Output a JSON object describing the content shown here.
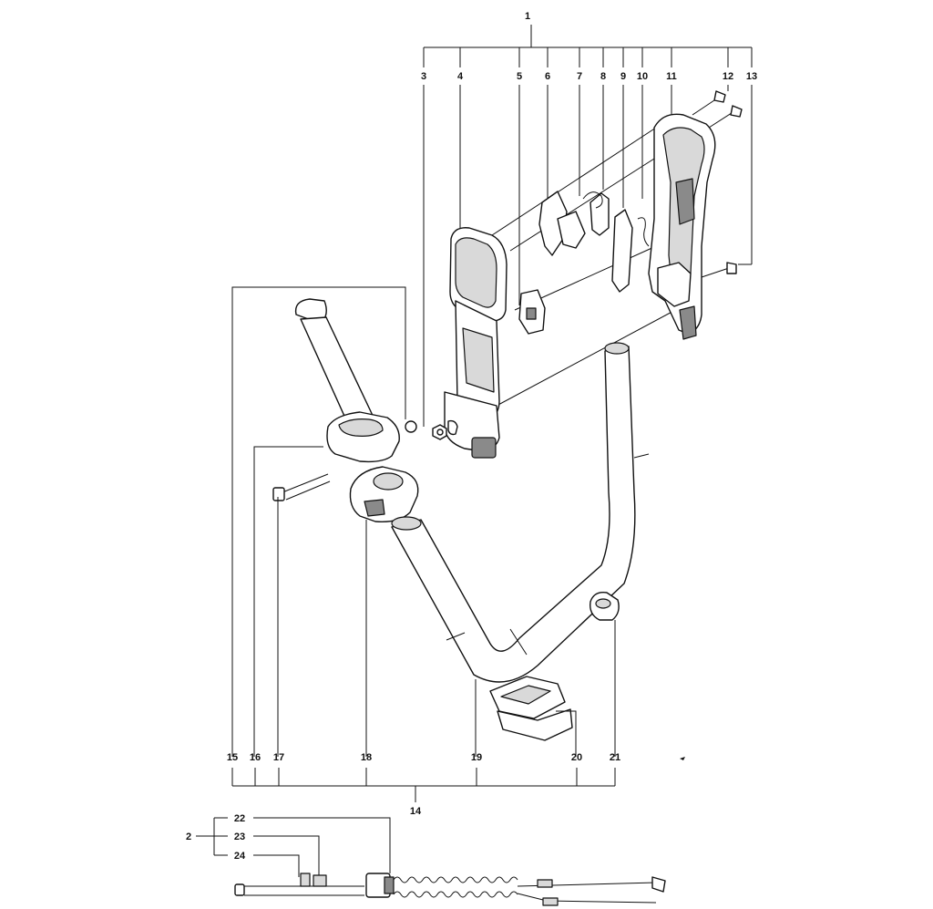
{
  "diagram": {
    "group_main_handle": "1",
    "group_loop_handle": "14",
    "group_cable": "2",
    "callouts": [
      "3",
      "4",
      "5",
      "6",
      "7",
      "8",
      "9",
      "10",
      "11",
      "12",
      "13",
      "15",
      "16",
      "17",
      "18",
      "19",
      "20",
      "21",
      "22",
      "23",
      "24"
    ]
  }
}
